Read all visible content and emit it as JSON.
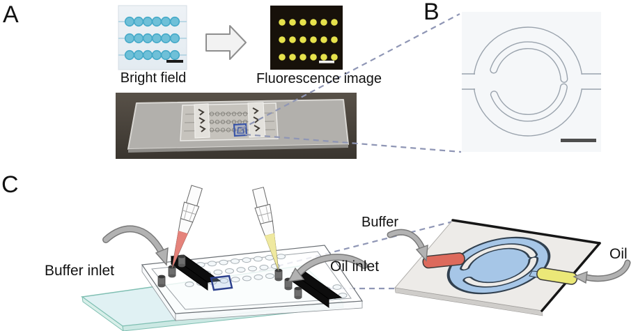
{
  "figure": {
    "panels": [
      {
        "id": "A",
        "label": "A"
      },
      {
        "id": "B",
        "label": "B"
      },
      {
        "id": "C",
        "label": "C"
      }
    ],
    "panel_a": {
      "bright_field_caption": "Bright field",
      "fluorescence_caption": "Fluorescence image"
    },
    "panel_c": {
      "buffer_inlet_label": "Buffer inlet",
      "oil_inlet_label": "Oil inlet",
      "buffer_label": "Buffer",
      "oil_label": "Oil"
    },
    "colors": {
      "droplet_teal": "#5fb8d4",
      "fluorescence_yellow": "#e6e24c",
      "buffer_red": "#dd6a5c",
      "oil_yellow": "#ebe878",
      "channel_blue": "#a6c6e7",
      "outline_navy": "#31404f",
      "dashed_callout": "#8f96b5",
      "glass_slide_teal": "#e0f1f3"
    }
  }
}
